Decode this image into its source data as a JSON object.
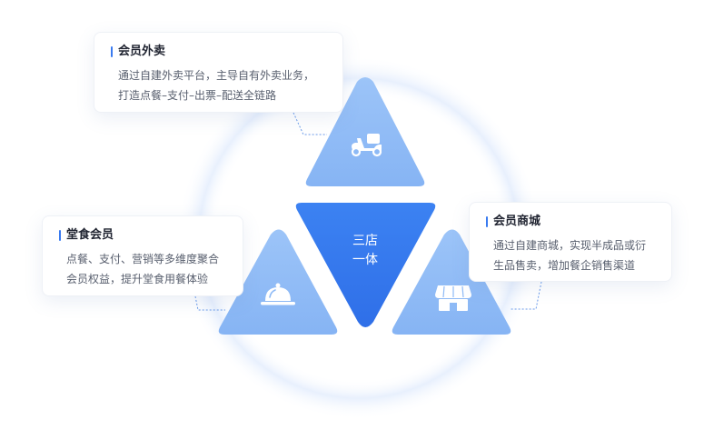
{
  "center": {
    "line1": "三店",
    "line2": "一体"
  },
  "cards": {
    "takeout": {
      "title": "会员外卖",
      "desc": "通过自建外卖平台，主导自有外卖业务，\n打造点餐–支付–出票–配送全链路",
      "icon": "scooter-icon"
    },
    "dinein": {
      "title": "堂食会员",
      "desc": "点餐、支付、营销等多维度聚合\n会员权益，提升堂食用餐体验",
      "icon": "food-cloche-icon"
    },
    "mall": {
      "title": "会员商城",
      "desc": "通过自建商城，实现半成品或衍\n生品售卖，增加餐企销售渠道",
      "icon": "storefront-icon"
    }
  },
  "colors": {
    "outer_triangle": "#8ebaf6",
    "center_triangle": "#3478ee",
    "accent": "#3a7bf0",
    "ring": "#eaf1fd"
  }
}
